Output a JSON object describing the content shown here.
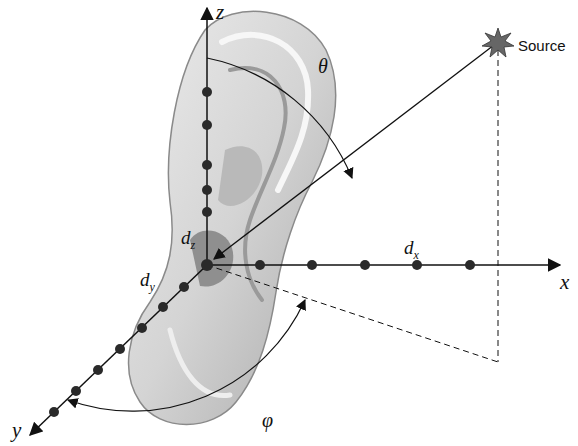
{
  "diagram": {
    "labels": [
      "z",
      "θ",
      "dz",
      "Source",
      "x",
      "dx",
      "dy",
      "y",
      "φ"
    ]
  }
}
